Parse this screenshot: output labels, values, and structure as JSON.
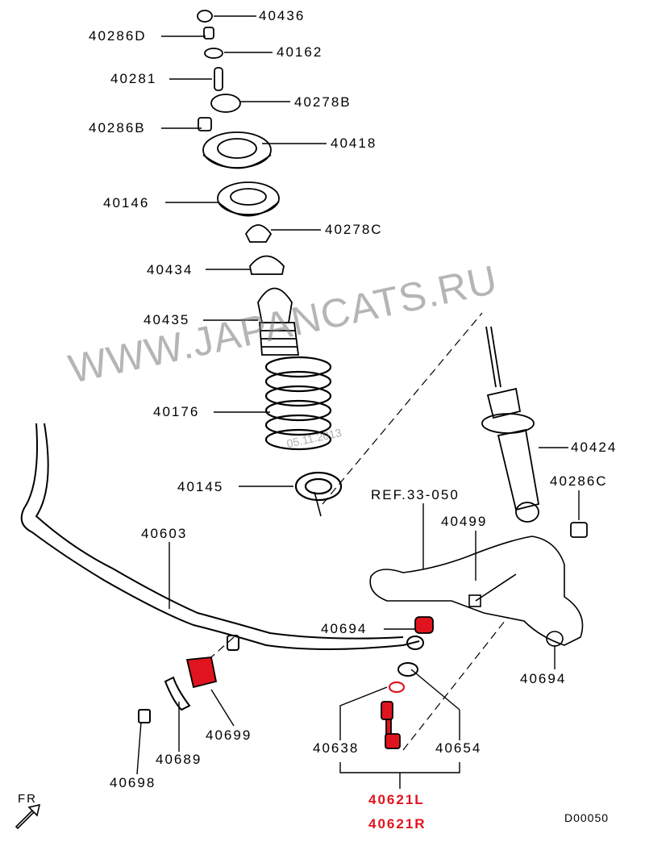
{
  "watermark": "WWW.JAPANCATS.RU",
  "watermark_date": "05.11.2013",
  "diagram_code": "D00050",
  "direction": "FR",
  "labels": {
    "p40436": "40436",
    "p40286D": "40286D",
    "p40162": "40162",
    "p40281": "40281",
    "p40278B": "40278B",
    "p40286B": "40286B",
    "p40418": "40418",
    "p40146": "40146",
    "p40278C": "40278C",
    "p40434": "40434",
    "p40435": "40435",
    "p40176": "40176",
    "p40145": "40145",
    "p40603": "40603",
    "ref": "REF.33-050",
    "p40424": "40424",
    "p40286C": "40286C",
    "p40499": "40499",
    "p40694a": "40694",
    "p40694b": "40694",
    "p40699": "40699",
    "p40689": "40689",
    "p40698": "40698",
    "p40638": "40638",
    "p40654": "40654",
    "p40621L": "40621L",
    "p40621R": "40621R"
  },
  "colors": {
    "highlight": "#e0141e",
    "line": "#000000"
  }
}
